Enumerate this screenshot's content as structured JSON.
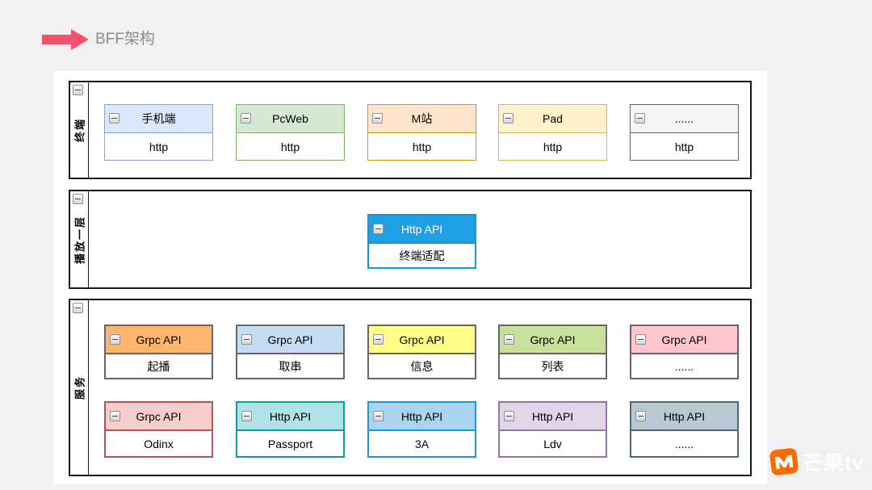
{
  "page": {
    "title": "BFF架构",
    "title_color": "#8C8C8C",
    "arrow_color": "#F4516C",
    "background": "#F1F1F3",
    "slide_background": "#FFFFFF",
    "lane_border_color": "#1A1A1A"
  },
  "lanes": [
    {
      "label": "终端",
      "rows": [
        [
          {
            "title": "手机端",
            "body": "http",
            "header_bg": "#DAE8FC",
            "border": "#7EA6E0"
          },
          {
            "title": "PcWeb",
            "body": "http",
            "header_bg": "#D5E8D4",
            "border": "#82B366"
          },
          {
            "title": "M站",
            "body": "http",
            "header_bg": "#FCE5CC",
            "border": "#D79B00"
          },
          {
            "title": "Pad",
            "body": "http",
            "header_bg": "#FFF2CC",
            "border": "#D6B656"
          },
          {
            "title": "......",
            "body": "http",
            "header_bg": "#F5F5F5",
            "border": "#666666"
          }
        ]
      ]
    },
    {
      "label": "播放一层",
      "rows": [
        [
          {
            "title": "Http API",
            "body": "终端适配",
            "header_bg": "#1FA0E4",
            "border": "#1699D3",
            "title_color": "#FFFFFF"
          }
        ]
      ]
    },
    {
      "label": "服务",
      "rows": [
        [
          {
            "title": "Grpc API",
            "body": "起播",
            "header_bg": "#FFB570",
            "border": "#666666"
          },
          {
            "title": "Grpc API",
            "body": "取串",
            "header_bg": "#C5DCF2",
            "border": "#666666"
          },
          {
            "title": "Grpc API",
            "body": "信息",
            "header_bg": "#FFFF88",
            "border": "#666666"
          },
          {
            "title": "Grpc API",
            "body": "列表",
            "header_bg": "#C6E19B",
            "border": "#666666"
          },
          {
            "title": "Grpc API",
            "body": "......",
            "header_bg": "#FFC6CC",
            "border": "#666666"
          }
        ],
        [
          {
            "title": "Grpc API",
            "body": "Odinx",
            "header_bg": "#F8CECC",
            "border": "#B85450"
          },
          {
            "title": "Http API",
            "body": "Passport",
            "header_bg": "#B0E3E6",
            "border": "#12999F"
          },
          {
            "title": "Http API",
            "body": "3A",
            "header_bg": "#A9D4F2",
            "border": "#1E97D5"
          },
          {
            "title": "Http API",
            "body": "Ldv",
            "header_bg": "#E1D5E7",
            "border": "#9673A6"
          },
          {
            "title": "Http API",
            "body": "......",
            "header_bg": "#BAC8D3",
            "border": "#4E6875"
          }
        ]
      ]
    }
  ],
  "logo": {
    "text": "芒果tv",
    "brand_color": "#FF6A00"
  }
}
